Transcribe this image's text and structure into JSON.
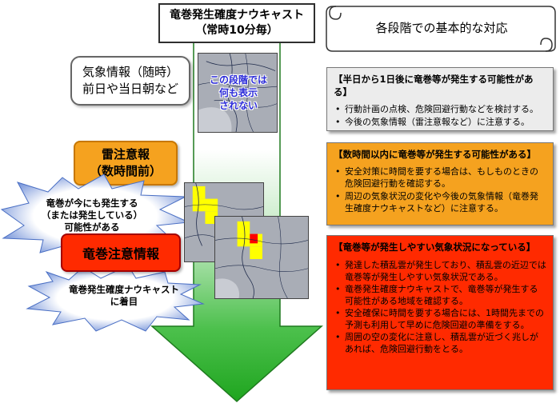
{
  "header": {
    "line1": "竜巻発生確度ナウキャスト",
    "line2": "（常時10分毎）"
  },
  "scroll_title": "各段階での基本的な対応",
  "stages": {
    "kisho": {
      "line1": "気象情報（随時）",
      "line2": "前日や当日朝など"
    },
    "rai": {
      "line1": "雷注意報",
      "line2": "（数時間前）"
    },
    "tatsumaki": {
      "label": "竜巻注意情報"
    }
  },
  "bursts": {
    "burst1": {
      "line1": "竜巻が今にも発生する",
      "line2": "（または発生している）",
      "line3": "可能性がある"
    },
    "burst2": {
      "line1": "竜巻発生確度ナウキャスト",
      "line2": "に着目"
    }
  },
  "map1_text": {
    "line1": "この段階では",
    "line2": "何も表示",
    "line3": "されない"
  },
  "panels": {
    "p1": {
      "head": "【半日から1日後に竜巻等が発生する可能性がある】",
      "items": [
        "行動計画の点検、危険回避行動などを検討する。",
        "今後の気象情報（雷注意報など）に注意する。"
      ]
    },
    "p2": {
      "head": "【数時間以内に竜巻等が発生する可能性がある】",
      "items": [
        "安全対策に時間を要する場合は、もしものときの危険回避行動を確認する。",
        "周辺の気象状況の変化や今後の気象情報（竜巻発生確度ナウキャストなど）に注意する。"
      ]
    },
    "p3": {
      "head": "【竜巻等が発生しやすい気象状況になっている】",
      "items": [
        "発達した積乱雲が発生しており、積乱雲の近辺では竜巻等が発生しやすい気象状況である。",
        "竜巻発生確度ナウキャストで、竜巻等が発生する可能性がある地域を確認する。",
        "安全確保に時間を要する場合には、1時間先までの予測も利用して早めに危険回避の準備をする。",
        "周囲の空の変化に注意し、積乱雲が近づく兆しがあれば、危険回避行動をとる。"
      ]
    }
  },
  "colors": {
    "orange": "#f5a21f",
    "red": "#ff2a00",
    "gray_panel": "#ececec",
    "burst_blue": "#6f8fd8",
    "arrow_green": "#2db32d",
    "map_yellow": "#ffff00",
    "map_red": "#ff0000"
  }
}
